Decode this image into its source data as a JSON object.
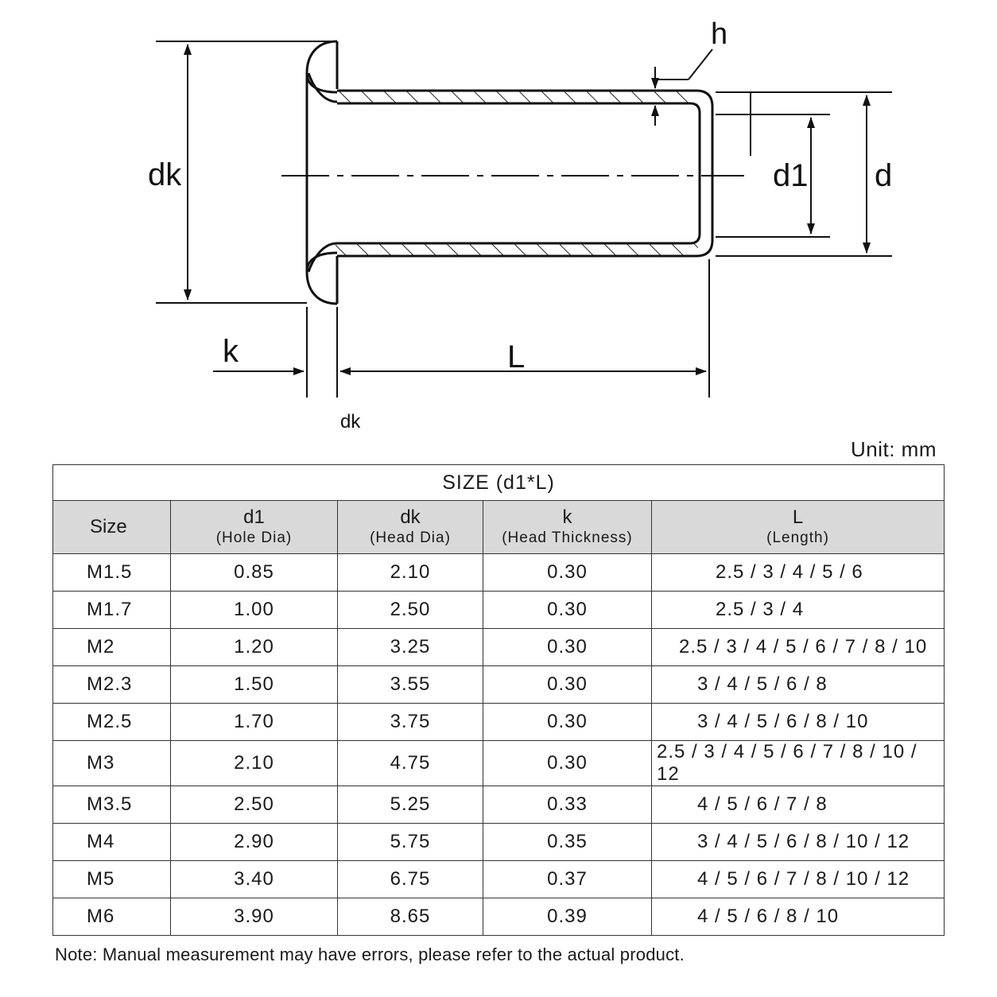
{
  "diagram": {
    "labels": {
      "dk": "dk",
      "h": "h",
      "d1": "d1",
      "d": "d",
      "k": "k",
      "L": "L",
      "dk_small": "dk"
    }
  },
  "unit": "Unit: mm",
  "table": {
    "title": "SIZE (d1*L)",
    "headers": [
      {
        "main": "Size",
        "sub": ""
      },
      {
        "main": "d1",
        "sub": "(Hole Dia)"
      },
      {
        "main": "dk",
        "sub": "(Head Dia)"
      },
      {
        "main": "k",
        "sub": "(Head Thickness)"
      },
      {
        "main": "L",
        "sub": "(Length)"
      }
    ],
    "rows": [
      {
        "size": "M1.5",
        "d1": "0.85",
        "dk": "2.10",
        "k": "0.30",
        "L": "2.5 / 3 / 4 / 5 / 6"
      },
      {
        "size": "M1.7",
        "d1": "1.00",
        "dk": "2.50",
        "k": "0.30",
        "L": "2.5 / 3 / 4"
      },
      {
        "size": "M2",
        "d1": "1.20",
        "dk": "3.25",
        "k": "0.30",
        "L": "2.5 / 3 / 4 / 5 / 6 / 7 / 8 / 10"
      },
      {
        "size": "M2.3",
        "d1": "1.50",
        "dk": "3.55",
        "k": "0.30",
        "L": "3 / 4 / 5 / 6 / 8"
      },
      {
        "size": "M2.5",
        "d1": "1.70",
        "dk": "3.75",
        "k": "0.30",
        "L": "3 / 4 / 5 / 6 / 8 / 10"
      },
      {
        "size": "M3",
        "d1": "2.10",
        "dk": "4.75",
        "k": "0.30",
        "L": "2.5 / 3 / 4 / 5 / 6 / 7 / 8 / 10 / 12"
      },
      {
        "size": "M3.5",
        "d1": "2.50",
        "dk": "5.25",
        "k": "0.33",
        "L": "4 / 5 / 6 / 7 / 8"
      },
      {
        "size": "M4",
        "d1": "2.90",
        "dk": "5.75",
        "k": "0.35",
        "L": "3 / 4 / 5 / 6 / 8 / 10 / 12"
      },
      {
        "size": "M5",
        "d1": "3.40",
        "dk": "6.75",
        "k": "0.37",
        "L": "4 / 5 / 6 / 7 / 8 / 10 / 12"
      },
      {
        "size": "M6",
        "d1": "3.90",
        "dk": "8.65",
        "k": "0.39",
        "L": "4 / 5 / 6 / 8 / 10"
      }
    ]
  },
  "note": "Note: Manual measurement may have errors, please refer to the actual product."
}
